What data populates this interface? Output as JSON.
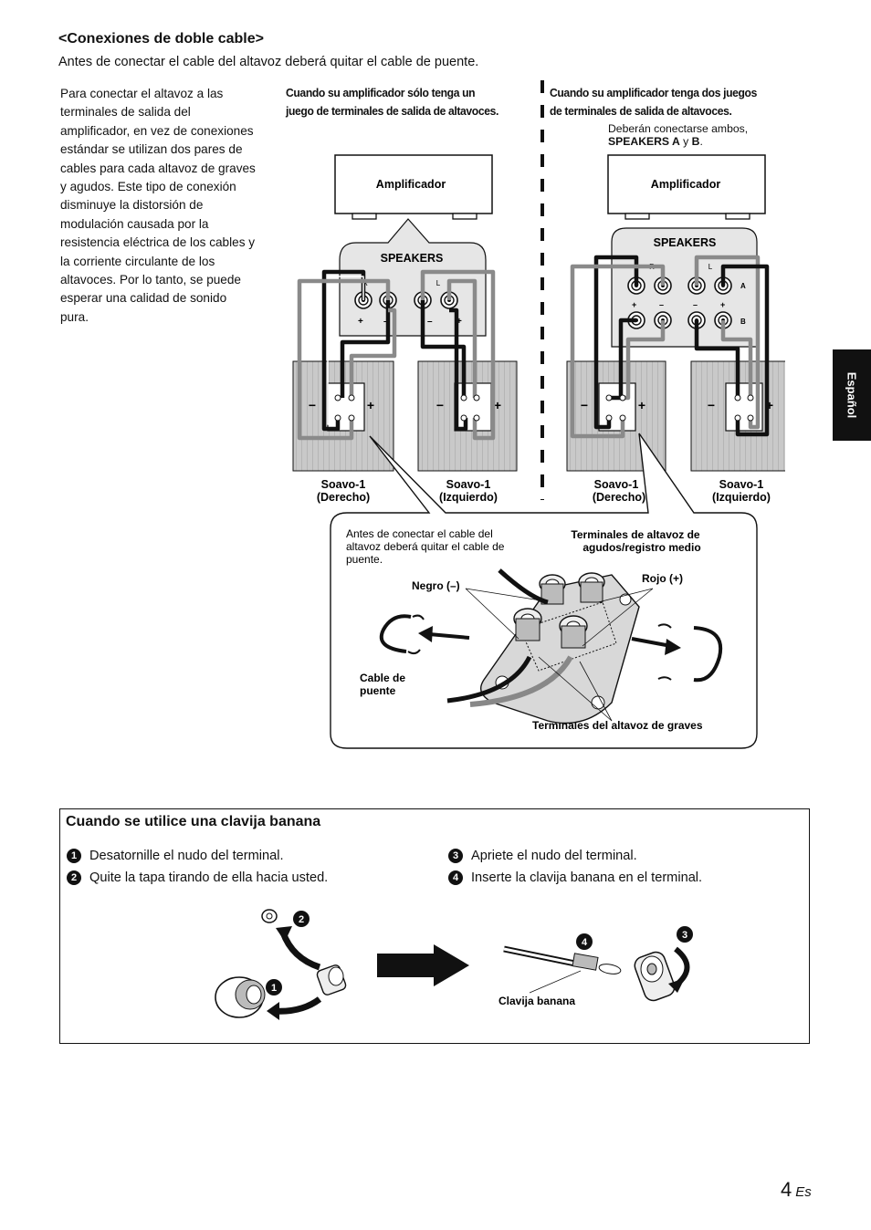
{
  "section": {
    "title": "<Conexiones de doble cable>",
    "intro": "Antes de conectar el cable del altavoz deberá quitar el cable de puente.",
    "paragraph_lines": [
      "Para conectar el altavoz a las",
      "terminales de salida del",
      "amplificador, en vez de conexiones",
      "estándar se utilizan dos pares de",
      "cables para cada altavoz de graves",
      "y agudos. Este tipo de conexión",
      "disminuye la distorsión de",
      "modulación causada por la",
      "resistencia eléctrica de los cables y",
      "la corriente circulante de los",
      "altavoces. Por lo tanto, se puede",
      "esperar una calidad de sonido",
      "pura."
    ]
  },
  "columns": {
    "single": {
      "heading_lines": [
        "Cuando su amplificador sólo tenga un",
        "juego de terminales de salida de altavoces."
      ]
    },
    "dual": {
      "heading_lines": [
        "Cuando su amplificador tenga dos juegos",
        "de terminales de salida de altavoces."
      ],
      "note_line1": "Deberán conectarse ambos,",
      "note_bold1": "SPEAKERS A",
      "note_mid": " y ",
      "note_bold2": "B",
      "note_end": "."
    }
  },
  "diagram": {
    "amp_label": "Amplificador",
    "speakers_label": "SPEAKERS",
    "ch_r": "R",
    "ch_l": "L",
    "plus": "+",
    "minus": "–",
    "set_a": "A",
    "set_b": "B",
    "minus_sym": "−",
    "plus_sym": "+",
    "speaker_right_name": "Soavo-1",
    "speaker_right_sub": "(Derecho)",
    "speaker_left_name": "Soavo-1",
    "speaker_left_sub": "(Izquierdo)"
  },
  "callout": {
    "note_lines": [
      "Antes de conectar el cable del",
      "altavoz deberá quitar el cable de",
      "puente."
    ],
    "tweeter_lines": [
      "Terminales de altavoz de",
      "agudos/registro medio"
    ],
    "black": "Negro (–)",
    "red": "Rojo (+)",
    "jumper_lines": [
      "Cable de",
      "puente"
    ],
    "woofer": "Terminales del altavoz de graves"
  },
  "side_tab": "Español",
  "banana": {
    "title": "Cuando se utilice una clavija banana",
    "steps": [
      {
        "num": "1",
        "text": "Desatornille el nudo del terminal."
      },
      {
        "num": "2",
        "text": "Quite la tapa tirando de ella hacia usted."
      },
      {
        "num": "3",
        "text": "Apriete el nudo del terminal."
      },
      {
        "num": "4",
        "text": "Inserte la clavija banana en el terminal."
      }
    ],
    "plug_label": "Clavija banana"
  },
  "page": {
    "number": "4",
    "lang": "Es"
  },
  "colors": {
    "ink": "#111111",
    "cable_gray": "#8a8a8a",
    "speaker_fill": "#c8c8c8",
    "panel_fill": "#e6e6e6"
  }
}
